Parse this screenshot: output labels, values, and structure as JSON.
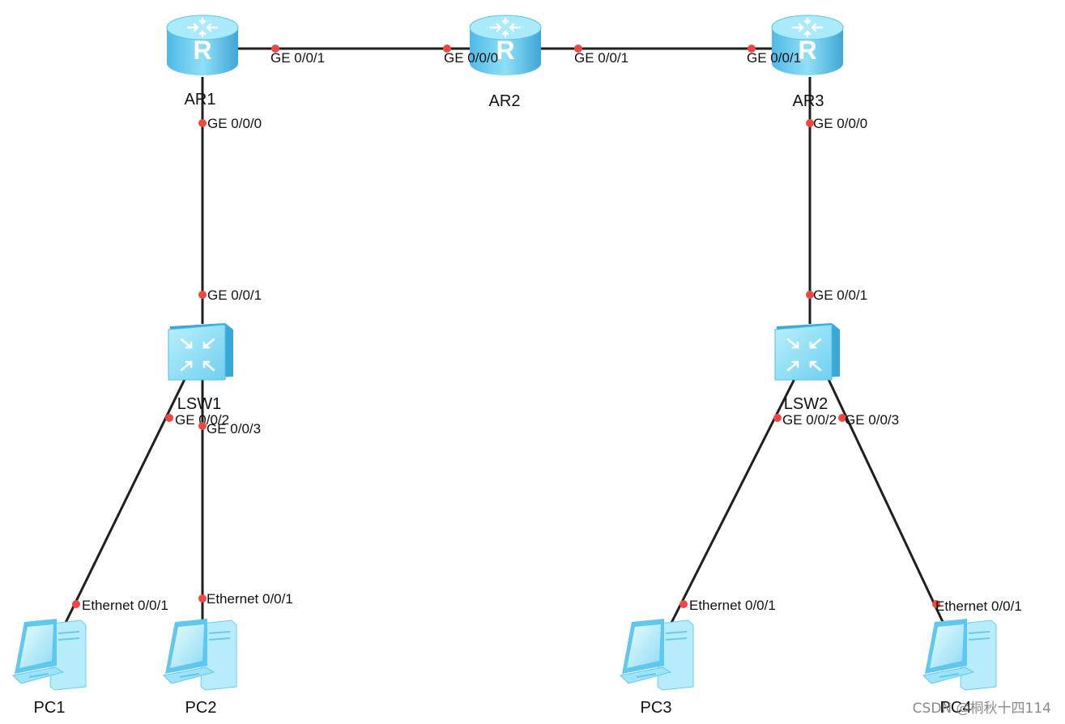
{
  "diagram": {
    "devices": [
      {
        "id": "AR1",
        "label": "AR1",
        "kind": "router",
        "icon": "router-icon"
      },
      {
        "id": "AR2",
        "label": "AR2",
        "kind": "router",
        "icon": "router-icon"
      },
      {
        "id": "AR3",
        "label": "AR3",
        "kind": "router",
        "icon": "router-icon"
      },
      {
        "id": "LSW1",
        "label": "LSW1",
        "kind": "switch",
        "icon": "switch-icon"
      },
      {
        "id": "LSW2",
        "label": "LSW2",
        "kind": "switch",
        "icon": "switch-icon"
      },
      {
        "id": "PC1",
        "label": "PC1",
        "kind": "pc",
        "icon": "pc-icon"
      },
      {
        "id": "PC2",
        "label": "PC2",
        "kind": "pc",
        "icon": "pc-icon"
      },
      {
        "id": "PC3",
        "label": "PC3",
        "kind": "pc",
        "icon": "pc-icon"
      },
      {
        "id": "PC4",
        "label": "PC4",
        "kind": "pc",
        "icon": "pc-icon"
      }
    ],
    "links": [
      {
        "id": "ar1-ar2",
        "a": "AR1",
        "a_port": "GE 0/0/1",
        "b": "AR2",
        "b_port": "GE 0/0/0"
      },
      {
        "id": "ar2-ar3",
        "a": "AR2",
        "a_port": "GE 0/0/1",
        "b": "AR3",
        "b_port": "GE 0/0/1"
      },
      {
        "id": "ar1-lsw1",
        "a": "AR1",
        "a_port": "GE 0/0/0",
        "b": "LSW1",
        "b_port": "GE 0/0/1"
      },
      {
        "id": "ar3-lsw2",
        "a": "AR3",
        "a_port": "GE 0/0/0",
        "b": "LSW2",
        "b_port": "GE 0/0/1"
      },
      {
        "id": "lsw1-pc1",
        "a": "LSW1",
        "a_port": "GE 0/0/2",
        "b": "PC1",
        "b_port": "Ethernet 0/0/1"
      },
      {
        "id": "lsw1-pc2",
        "a": "LSW1",
        "a_port": "GE 0/0/3",
        "b": "PC2",
        "b_port": "Ethernet 0/0/1"
      },
      {
        "id": "lsw2-pc3",
        "a": "LSW2",
        "a_port": "GE 0/0/2",
        "b": "PC3",
        "b_port": "Ethernet 0/0/1"
      },
      {
        "id": "lsw2-pc4",
        "a": "LSW2",
        "a_port": "GE 0/0/3",
        "b": "PC4",
        "b_port": "Ethernet 0/0/1"
      }
    ],
    "colors": {
      "link": "#1f1f1f",
      "port_dot": "#f2473f",
      "device_fill": "#6fd0f0",
      "device_dark": "#3aa9d8"
    }
  },
  "watermark": "CSDN @桐秋十四114"
}
